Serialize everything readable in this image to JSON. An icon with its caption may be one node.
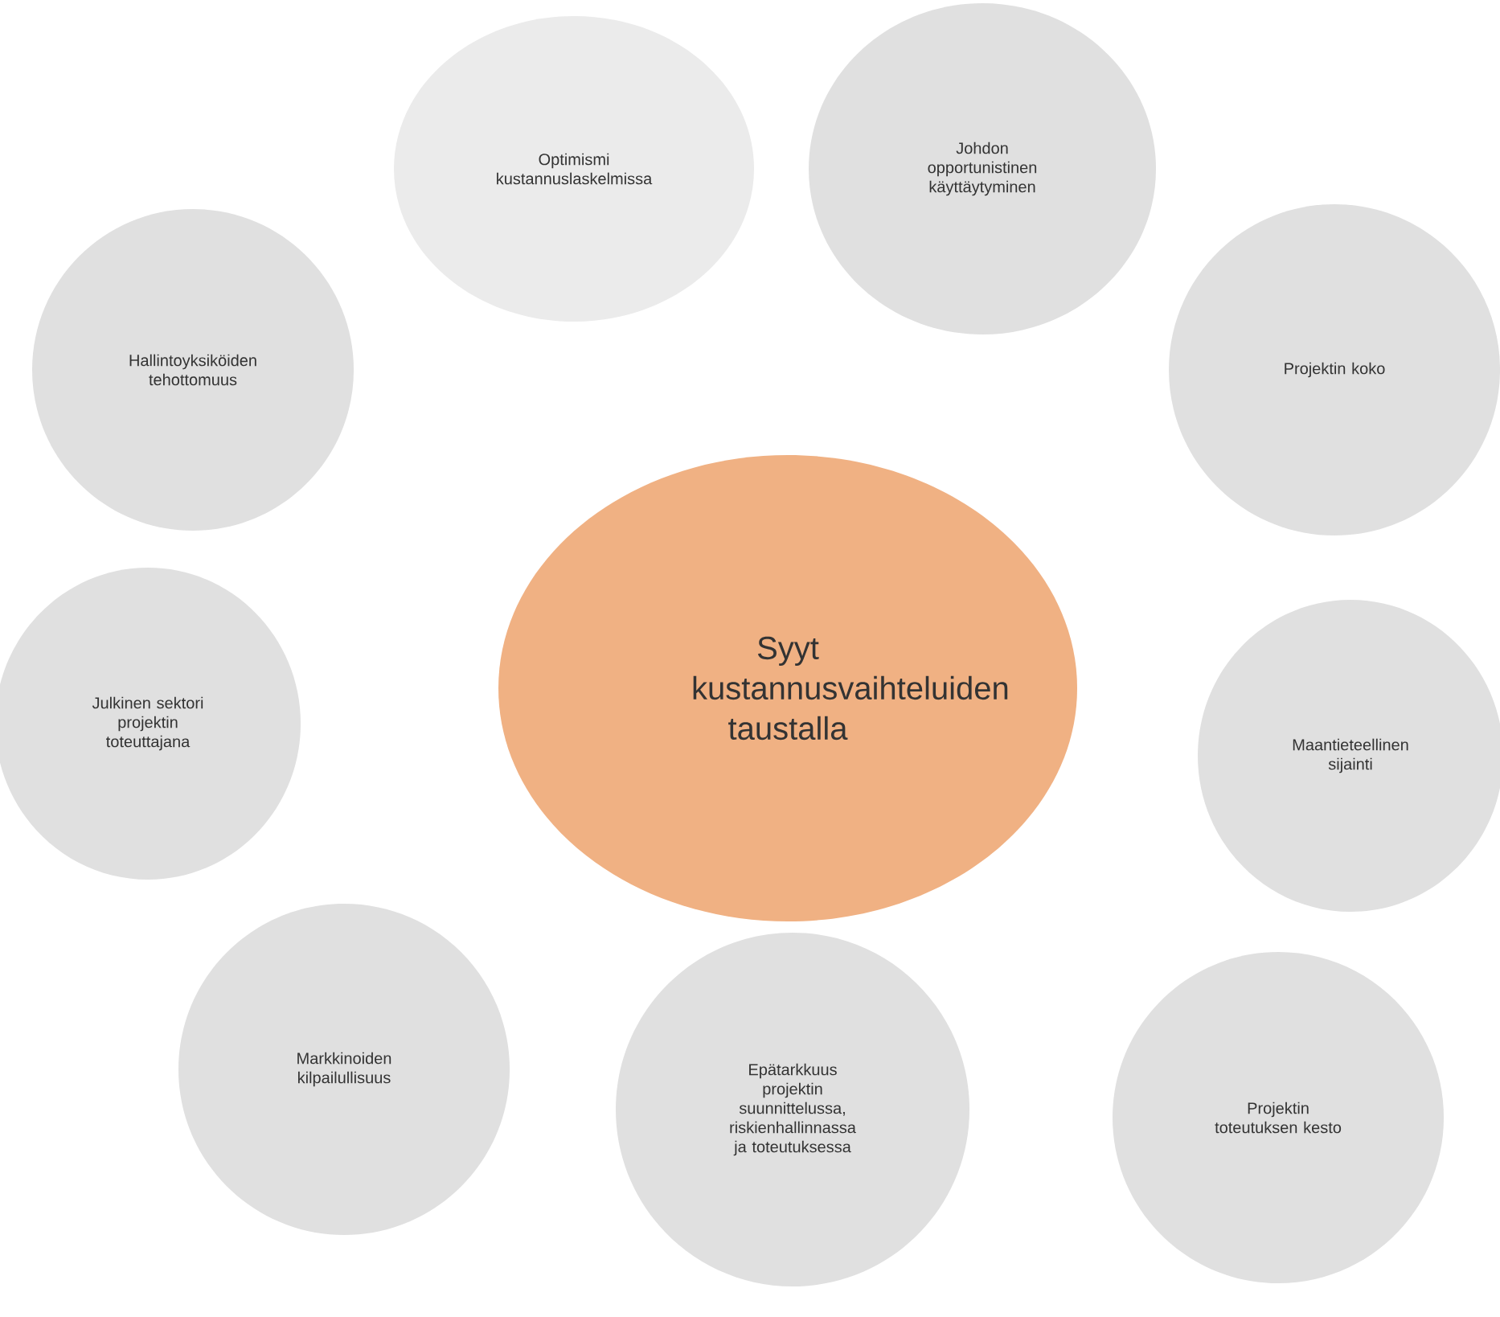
{
  "diagram": {
    "nodes": [
      {
        "text": [
          "Syyt kustannusvaihteluiden taustalla"
        ]
      },
      {
        "text": [
          "Optimismi kustannuslaskelmissa"
        ]
      },
      {
        "text": [
          "Johdon opportunistinen käyttäytyminen"
        ]
      },
      {
        "text": [
          "Hallintoyksiköiden tehottomuus"
        ]
      },
      {
        "text": [
          "Projektin koko"
        ]
      },
      {
        "text": [
          "Julkinen sektori projektin toteuttajana"
        ]
      },
      {
        "text": [
          "Maantieteellinen sijainti"
        ]
      },
      {
        "text": [
          "Markkinoiden kilpailullisuus"
        ]
      },
      {
        "text": [
          "Epätarkkuus projektin suunnittelussa, riskienhallinnassa ja toteutuksessa"
        ]
      },
      {
        "text": [
          "Projektin toteutuksen kesto"
        ]
      }
    ]
  }
}
